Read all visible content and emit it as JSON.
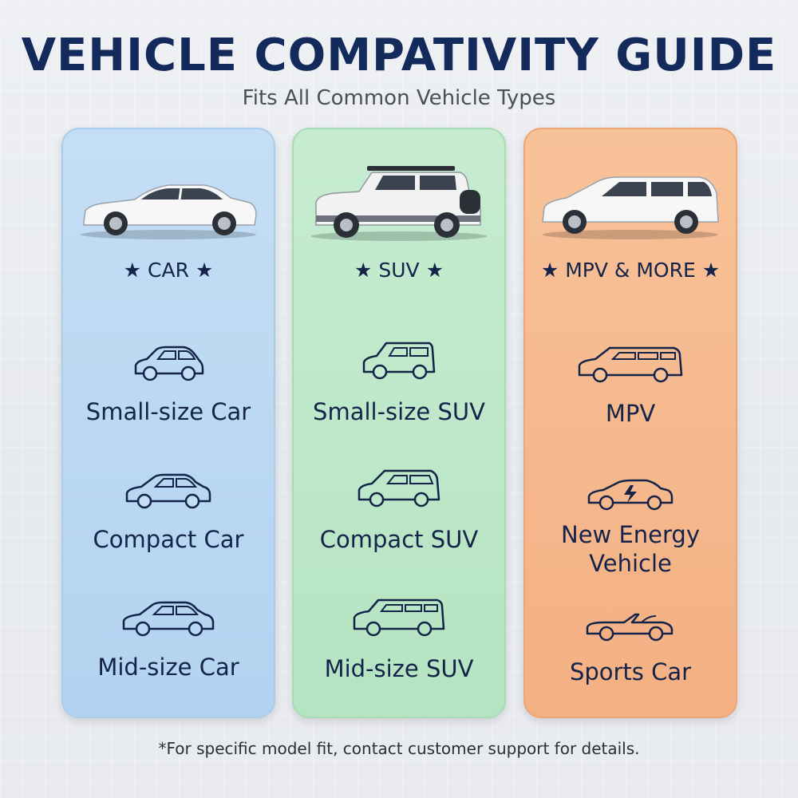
{
  "header": {
    "title": "VEHICLE COMPATIVITY GUIDE",
    "subtitle": "Fits All Common Vehicle Types"
  },
  "columns": [
    {
      "title": "★ CAR ★",
      "color": "#b8d7f2",
      "items": [
        {
          "label": "Small-size Car",
          "icon": "small-car-icon"
        },
        {
          "label": "Compact Car",
          "icon": "compact-car-icon"
        },
        {
          "label": "Mid-size Car",
          "icon": "mid-size-car-icon"
        }
      ]
    },
    {
      "title": "★ SUV ★",
      "color": "#bce8c8",
      "items": [
        {
          "label": "Small-size SUV",
          "icon": "small-suv-icon"
        },
        {
          "label": "Compact SUV",
          "icon": "compact-suv-icon"
        },
        {
          "label": "Mid-size SUV",
          "icon": "mid-size-suv-icon"
        }
      ]
    },
    {
      "title": "★ MPV & MORE ★",
      "color": "#f5b98c",
      "items": [
        {
          "label": "MPV",
          "icon": "mpv-icon"
        },
        {
          "label": "New Energy\nVehicle",
          "icon": "electric-car-icon"
        },
        {
          "label": "Sports Car",
          "icon": "convertible-icon"
        }
      ]
    }
  ],
  "footnote": "*For specific model fit, contact customer support for details."
}
